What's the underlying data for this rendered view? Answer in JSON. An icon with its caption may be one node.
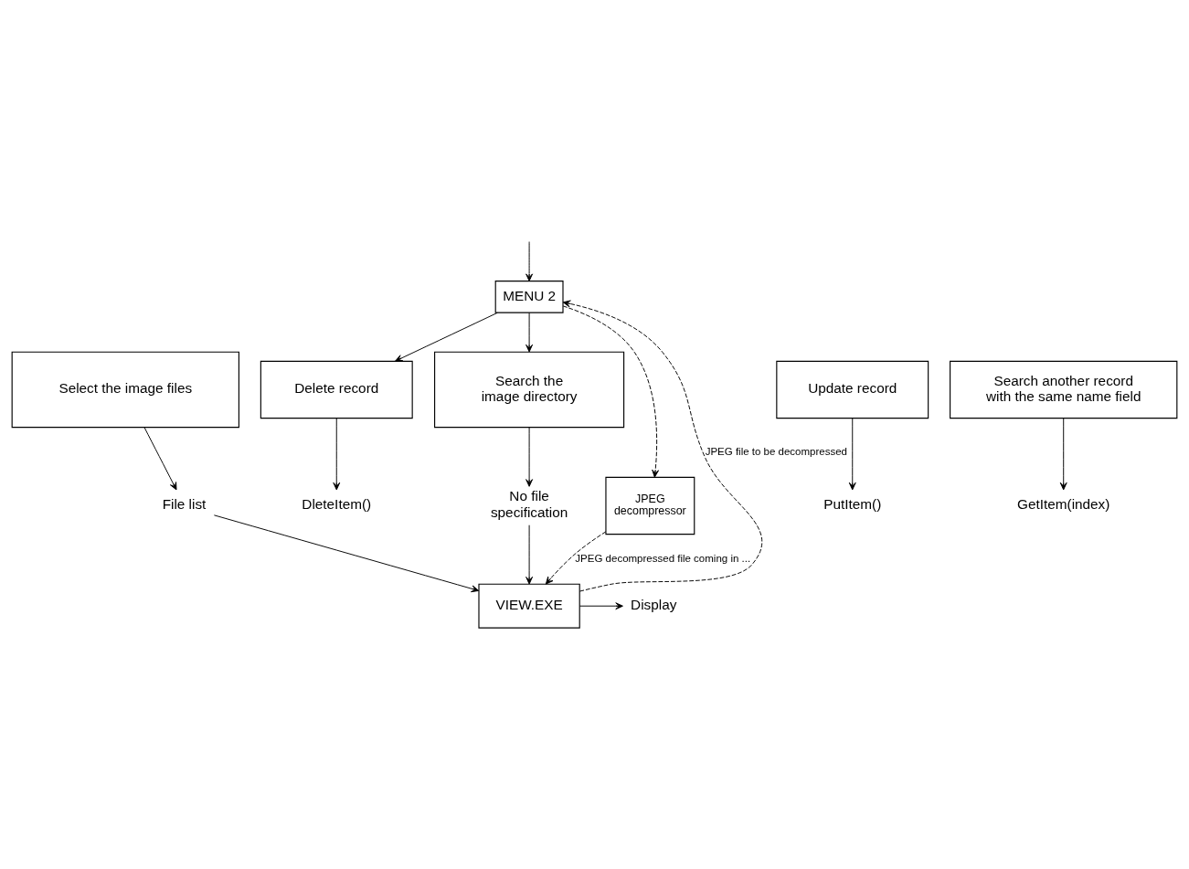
{
  "diagram": {
    "nodes": [
      {
        "text": [
          "MENU 2"
        ]
      },
      {
        "text": [
          "Delete record"
        ]
      },
      {
        "text": [
          "Update record"
        ]
      },
      {
        "text": [
          "Search another record with the same name field"
        ]
      },
      {
        "text": [
          "DleteItem()"
        ]
      },
      {
        "text": [
          "PutItem()"
        ]
      },
      {
        "text": [
          "GetItem(index)"
        ]
      },
      {
        "text": [
          "Search the image directory"
        ]
      },
      {
        "text": [
          "Select the image files"
        ]
      },
      {
        "text": [
          "No file specification"
        ]
      },
      {
        "text": [
          "File list"
        ]
      },
      {
        "text": [
          "JPEG decompressor"
        ]
      },
      {
        "text": [
          "VIEW.EXE"
        ]
      },
      {
        "text": [
          "Display"
        ]
      }
    ],
    "edges": [
      {
        "from": null,
        "to": 0,
        "arrow": "to"
      },
      {
        "from": 0,
        "to": 1,
        "arrow": "to"
      },
      {
        "from": 0,
        "to": 7,
        "arrow": "to"
      },
      {
        "from": 0,
        "to": 11,
        "arrow": "to",
        "style": "dashed"
      },
      {
        "from": 1,
        "to": 4,
        "arrow": "to"
      },
      {
        "from": 2,
        "to": 5,
        "arrow": "to"
      },
      {
        "from": 3,
        "to": 6,
        "arrow": "to"
      },
      {
        "from": 7,
        "to": 9,
        "arrow": "to"
      },
      {
        "from": 8,
        "to": 10,
        "arrow": "to"
      },
      {
        "from": 9,
        "to": 12,
        "arrow": "to"
      },
      {
        "from": 10,
        "to": 12,
        "arrow": "to"
      },
      {
        "from": 11,
        "to": 12,
        "arrow": "to",
        "style": "dashed",
        "label": "JPEG decompressed file coming in ..."
      },
      {
        "from": 12,
        "to": 13,
        "arrow": "to"
      },
      {
        "from": 12,
        "to": 0,
        "arrow": "to",
        "style": "dashed",
        "label": "JPEG file to be decompressed"
      }
    ]
  }
}
